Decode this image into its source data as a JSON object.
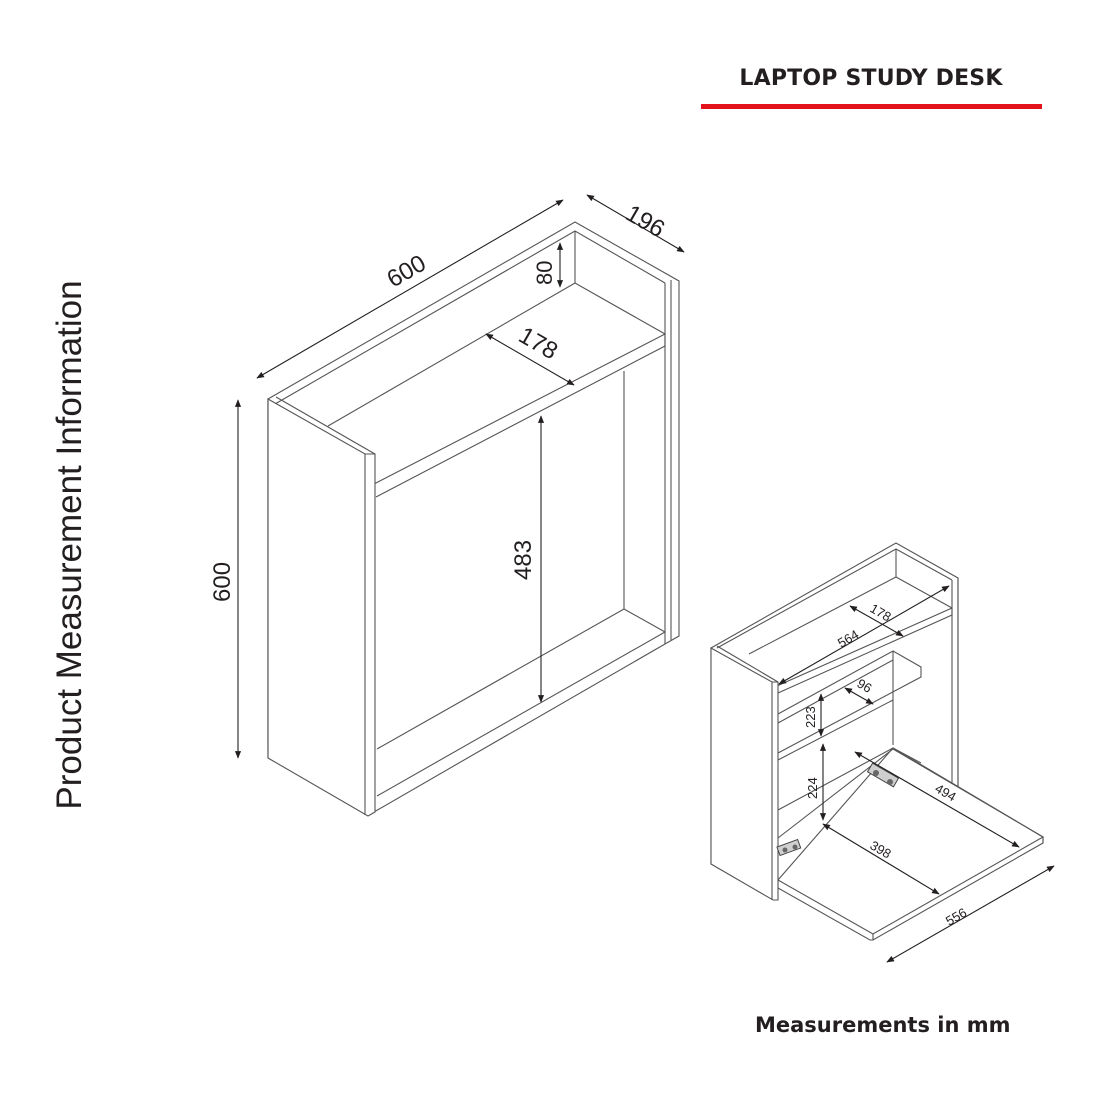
{
  "header": {
    "title": "LAPTOP STUDY DESK",
    "accent_color": "#e3131b"
  },
  "side_label": "Product Measurement Information",
  "footer": {
    "units_note": "Measurements in mm"
  },
  "closed_view": {
    "dimensions": {
      "width": "600",
      "depth": "196",
      "height": "600",
      "top_rail_height": "80",
      "shelf_depth": "178",
      "inner_height": "483"
    }
  },
  "open_view": {
    "dimensions": {
      "top_shelf_depth": "178",
      "inner_width": "564",
      "middle_shelf_depth": "96",
      "upper_compartment_height": "223",
      "lower_compartment_height": "224",
      "flap_depth": "494",
      "flap_inner_width": "398",
      "flap_width": "556"
    }
  },
  "colors": {
    "line": "#555555",
    "text": "#231f20",
    "accent": "#e3131b"
  }
}
